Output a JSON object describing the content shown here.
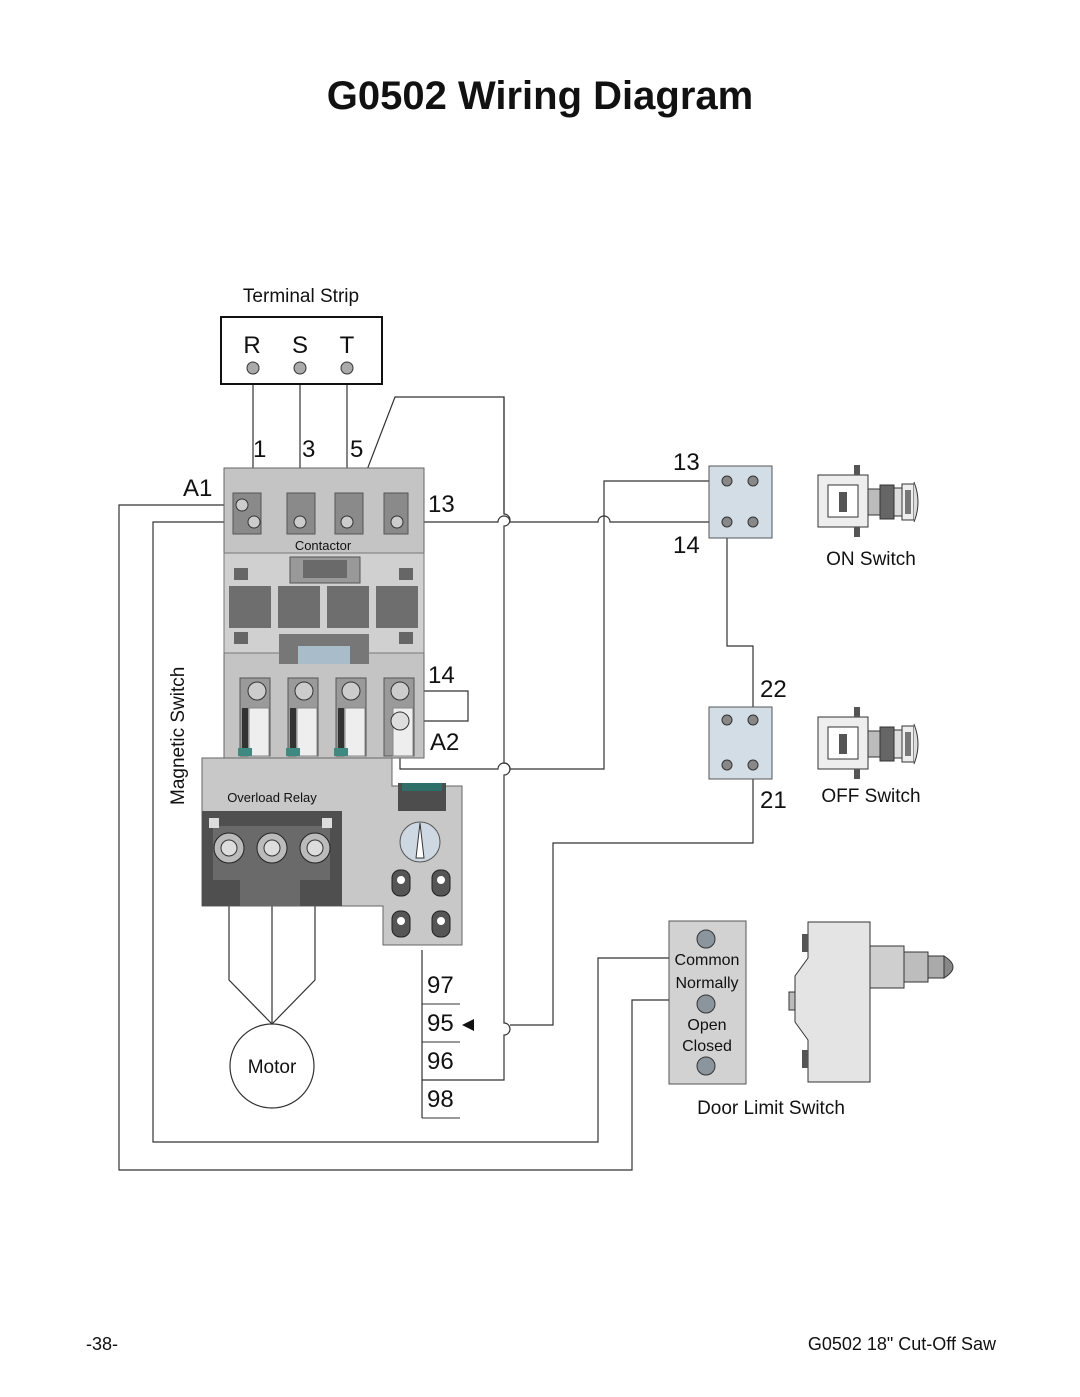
{
  "page": {
    "title": "G0502 Wiring Diagram",
    "page_number": "-38-",
    "document": "G0502 18\" Cut-Off Saw"
  },
  "terminal_strip": {
    "label": "Terminal Strip",
    "terminals": [
      "R",
      "S",
      "T"
    ]
  },
  "magnetic_switch": {
    "label": "Magnetic Switch",
    "contactor_label": "Contactor",
    "overload_label": "Overload Relay",
    "terminals": {
      "l1": "1",
      "l3": "3",
      "l5": "5",
      "a1": "A1",
      "a2": "A2",
      "aux13": "13",
      "aux14": "14",
      "t97": "97",
      "t95": "95",
      "t96": "96",
      "t98": "98"
    }
  },
  "motor": {
    "label": "Motor"
  },
  "on_switch": {
    "label": "ON Switch",
    "top_terminal": "13",
    "bottom_terminal": "14"
  },
  "off_switch": {
    "label": "OFF Switch",
    "top_terminal": "22",
    "bottom_terminal": "21"
  },
  "door_switch": {
    "label": "Door Limit Switch",
    "pins": [
      "Common",
      "Normally",
      "Open",
      "Closed"
    ]
  },
  "colors": {
    "panel": "#c8c8c8",
    "panel_dark": "#5a5a5a",
    "panel_mid": "#8c8c8c",
    "switch_blue": "#d3dde6",
    "wire": "#333333"
  }
}
